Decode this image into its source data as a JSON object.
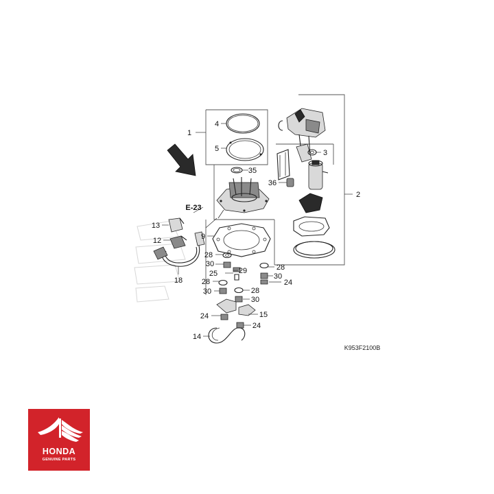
{
  "diagram": {
    "reference_code": "K953F2100B",
    "section_ref": "E-23",
    "callouts": [
      {
        "num": "1"
      },
      {
        "num": "2"
      },
      {
        "num": "3"
      },
      {
        "num": "4"
      },
      {
        "num": "5"
      },
      {
        "num": "9"
      },
      {
        "num": "12"
      },
      {
        "num": "13"
      },
      {
        "num": "14"
      },
      {
        "num": "15"
      },
      {
        "num": "18"
      },
      {
        "num": "24"
      },
      {
        "num": "24"
      },
      {
        "num": "24"
      },
      {
        "num": "25"
      },
      {
        "num": "28"
      },
      {
        "num": "28"
      },
      {
        "num": "28"
      },
      {
        "num": "28"
      },
      {
        "num": "29"
      },
      {
        "num": "30"
      },
      {
        "num": "30"
      },
      {
        "num": "30"
      },
      {
        "num": "30"
      },
      {
        "num": "35"
      },
      {
        "num": "36"
      }
    ]
  },
  "brand": {
    "name": "HONDA",
    "tagline": "GENUINE PARTS",
    "color": "#d2232a"
  }
}
